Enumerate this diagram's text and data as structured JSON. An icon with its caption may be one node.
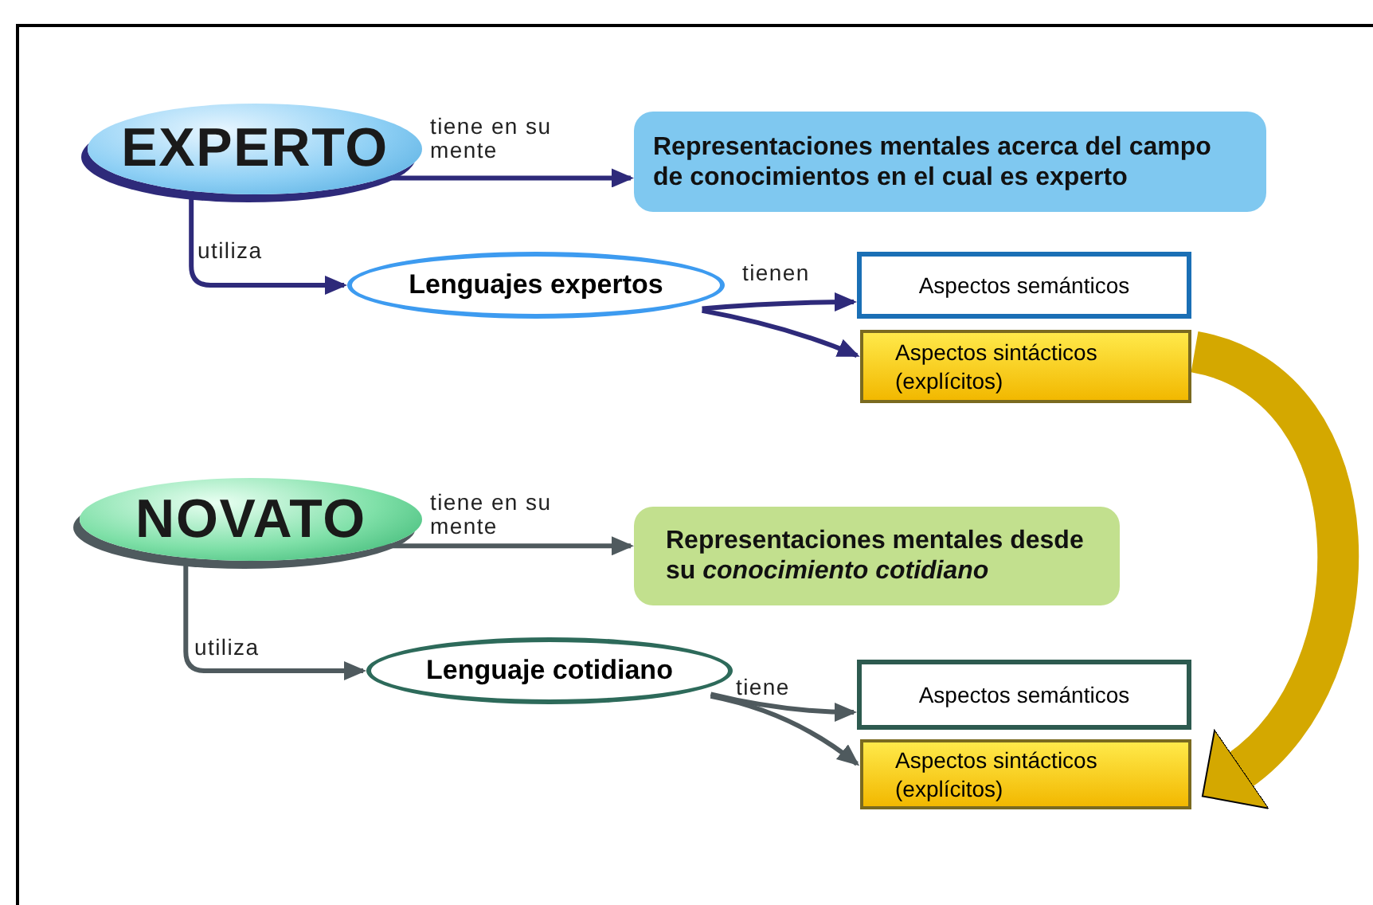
{
  "diagram": {
    "nodes": [
      {
        "text": [
          "EXPERTO"
        ]
      },
      {
        "text": [
          "Representaciones mentales acerca del campo de conocimientos en el cual es experto"
        ]
      },
      {
        "text": [
          "Lenguajes expertos"
        ]
      },
      {
        "text": [
          "Aspectos semánticos"
        ]
      },
      {
        "text": [
          "Aspectos sintácticos (explícitos)"
        ]
      },
      {
        "text": [
          "NOVATO"
        ]
      },
      {
        "text": [
          "Representaciones mentales desde su *conocimiento cotidiano*"
        ]
      },
      {
        "text": [
          "Lenguaje cotidiano"
        ]
      },
      {
        "text": [
          "Aspectos semánticos"
        ]
      },
      {
        "text": [
          "Aspectos sintácticos (explícitos)"
        ]
      }
    ],
    "edges": [
      {
        "from": 0,
        "to": 1,
        "arrow": "to",
        "label": "tiene en su mente",
        "color": "#2e2a7a"
      },
      {
        "from": 0,
        "to": 2,
        "arrow": "to",
        "label": "utiliza",
        "color": "#2e2a7a"
      },
      {
        "from": 2,
        "to": 3,
        "arrow": "to",
        "label": "tienen",
        "color": "#2e2a7a"
      },
      {
        "from": 2,
        "to": 4,
        "arrow": "to",
        "color": "#2e2a7a"
      },
      {
        "from": 4,
        "to": 9,
        "arrow": "to",
        "style": "thick",
        "color": "#d4a800"
      },
      {
        "from": 5,
        "to": 6,
        "arrow": "to",
        "label": "tiene en su mente",
        "color": "#4f5a5e"
      },
      {
        "from": 5,
        "to": 7,
        "arrow": "to",
        "label": "utiliza",
        "color": "#4f5a5e"
      },
      {
        "from": 7,
        "to": 8,
        "arrow": "to",
        "label": "tiene",
        "color": "#4f5a5e"
      },
      {
        "from": 7,
        "to": 9,
        "arrow": "to",
        "color": "#4f5a5e"
      }
    ]
  }
}
